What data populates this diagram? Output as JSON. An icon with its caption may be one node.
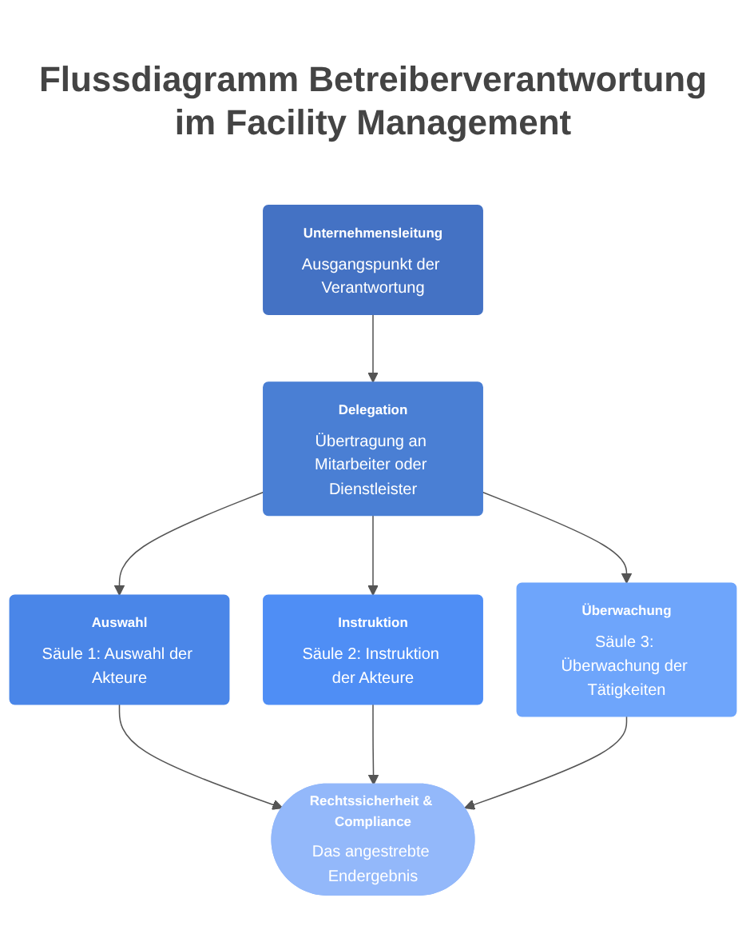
{
  "diagram": {
    "title": "Flussdiagramm Betreiberverantwortung im Facility Management",
    "nodes": [
      {
        "text": [
          "Unternehmensleitung",
          "Ausgangspunkt der Verantwortung"
        ]
      },
      {
        "text": [
          "Delegation",
          "Übertragung an Mitarbeiter oder Dienstleister"
        ]
      },
      {
        "text": [
          "Auswahl",
          "Säule 1: Auswahl der Akteure"
        ]
      },
      {
        "text": [
          "Instruktion",
          "Säule 2: Instruktion der Akteure"
        ]
      },
      {
        "text": [
          "Überwachung",
          "Säule 3: Überwachung der Tätigkeiten"
        ]
      },
      {
        "text": [
          "Rechtssicherheit & Compliance",
          "Das angestrebte Endergebnis"
        ]
      }
    ],
    "edges": [
      {
        "from": 0,
        "to": 1,
        "arrow": "to"
      },
      {
        "from": 1,
        "to": 2,
        "arrow": "to"
      },
      {
        "from": 1,
        "to": 3,
        "arrow": "to"
      },
      {
        "from": 1,
        "to": 4,
        "arrow": "to"
      },
      {
        "from": 2,
        "to": 5,
        "arrow": "to"
      },
      {
        "from": 3,
        "to": 5,
        "arrow": "to"
      },
      {
        "from": 4,
        "to": 5,
        "arrow": "to"
      }
    ]
  }
}
